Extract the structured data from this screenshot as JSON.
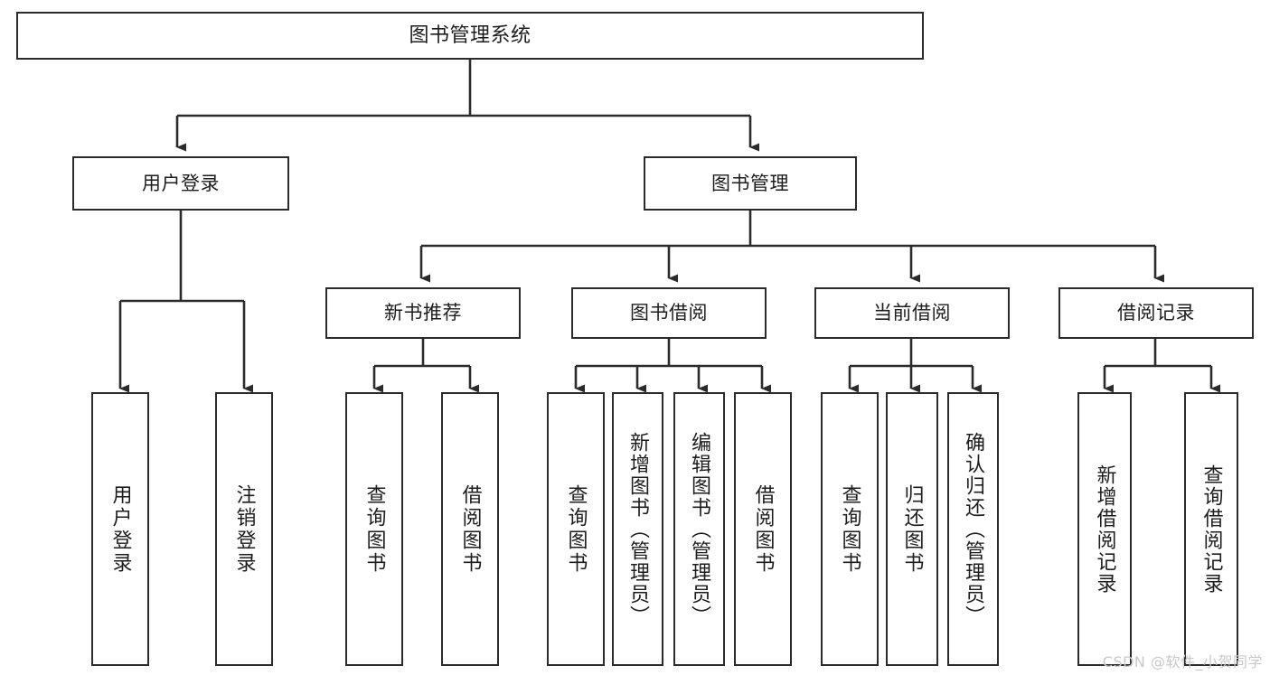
{
  "diagram": {
    "title": "图书管理系统",
    "type": "tree-hierarchy-chart",
    "background_color": "#ffffff",
    "node_border_color": "#2b2b2b",
    "edge_color": "#2b2b2b",
    "root": {
      "label": "图书管理系统"
    },
    "level2": [
      {
        "label": "用户登录"
      },
      {
        "label": "图书管理"
      }
    ],
    "level3": [
      {
        "label": "新书推荐"
      },
      {
        "label": "图书借阅"
      },
      {
        "label": "当前借阅"
      },
      {
        "label": "借阅记录"
      }
    ],
    "leaves": {
      "user_login": [
        {
          "label": "用户登录"
        },
        {
          "label": "注销登录"
        }
      ],
      "new_book_recommend": [
        {
          "label": "查询图书"
        },
        {
          "label": "借阅图书"
        }
      ],
      "book_borrow": [
        {
          "label": "查询图书"
        },
        {
          "label": "新增图书（管理员）"
        },
        {
          "label": "编辑图书（管理员）"
        },
        {
          "label": "借阅图书"
        }
      ],
      "current_borrow": [
        {
          "label": "查询图书"
        },
        {
          "label": "归还图书"
        },
        {
          "label": "确认归还（管理员）"
        }
      ],
      "borrow_record": [
        {
          "label": "新增借阅记录"
        },
        {
          "label": "查询借阅记录"
        }
      ]
    }
  },
  "watermark": {
    "text": "CSDN @软件_小贺同学",
    "color": "#c9c9c9"
  }
}
